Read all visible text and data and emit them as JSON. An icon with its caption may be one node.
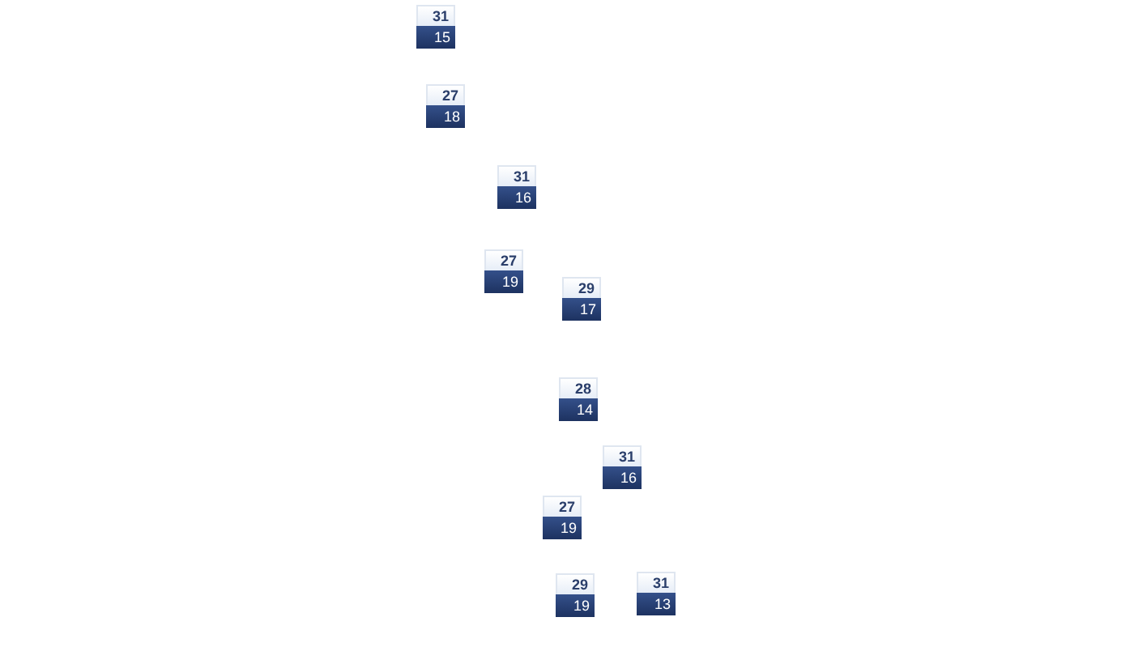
{
  "diagram": {
    "nodes": [
      {
        "text": [
          "31",
          "15"
        ]
      },
      {
        "text": [
          "27",
          "18"
        ]
      },
      {
        "text": [
          "31",
          "16"
        ]
      },
      {
        "text": [
          "27",
          "19"
        ]
      },
      {
        "text": [
          "29",
          "17"
        ]
      },
      {
        "text": [
          "28",
          "14"
        ]
      },
      {
        "text": [
          "31",
          "16"
        ]
      },
      {
        "text": [
          "27",
          "19"
        ]
      },
      {
        "text": [
          "29",
          "19"
        ]
      },
      {
        "text": [
          "31",
          "13"
        ]
      }
    ]
  }
}
